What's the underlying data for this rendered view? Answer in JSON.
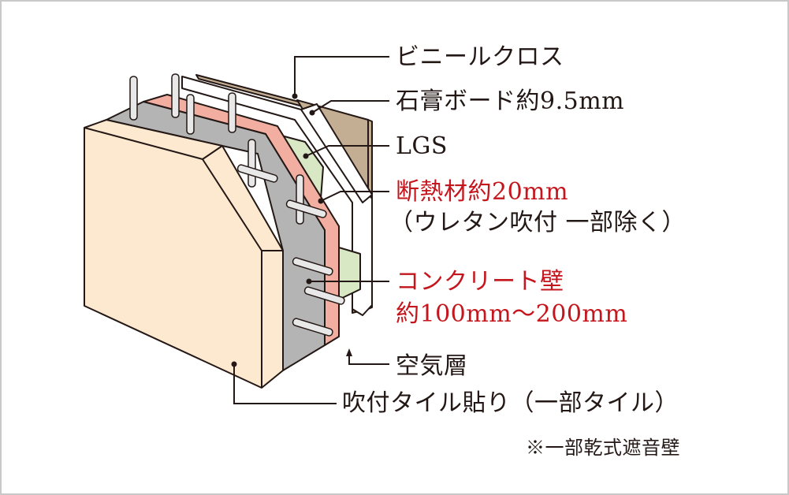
{
  "diagram": {
    "title": "Wall structure cross-section",
    "colors": {
      "text": "#231815",
      "accent_red": "#c4161c",
      "vinyl_cloth": "#c4ae93",
      "gypsum_board": "#ffffff",
      "lgs": "#d8e8c4",
      "insulation": "#f2aea0",
      "concrete": "#b4b4b4",
      "tile_finish": "#fde9d0",
      "rebar": "#e8e8e8",
      "outline": "#231815",
      "border": "#c8c8c8"
    },
    "labels": [
      {
        "id": "vinyl-cloth",
        "lines": [
          "ビニールクロス"
        ],
        "color": "text"
      },
      {
        "id": "gypsum-board",
        "lines": [
          "石膏ボード約9.5mm"
        ],
        "color": "text"
      },
      {
        "id": "lgs",
        "lines": [
          "LGS"
        ],
        "color": "text"
      },
      {
        "id": "insulation",
        "lines": [
          "断熱材約20mm",
          "（ウレタン吹付 一部除く）"
        ],
        "color": "accent_red"
      },
      {
        "id": "concrete-wall",
        "lines": [
          "コンクリート壁",
          "約100mm〜200mm"
        ],
        "color": "accent_red"
      },
      {
        "id": "air-layer",
        "lines": [
          "空気層"
        ],
        "color": "text"
      },
      {
        "id": "tile-finish",
        "lines": [
          "吹付タイル貼り（一部タイル）"
        ],
        "color": "text"
      }
    ],
    "note": "※一部乾式遮音壁"
  }
}
